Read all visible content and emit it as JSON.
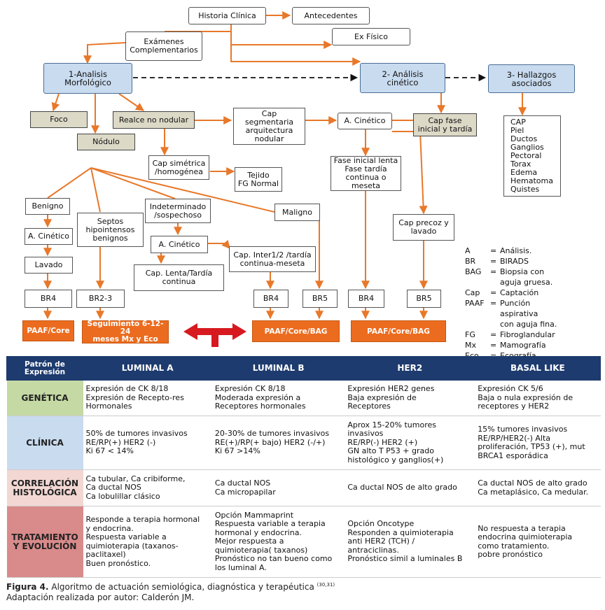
{
  "flow": {
    "historia": "Historia Clínica",
    "antecedentes": "Antecedentes",
    "examenes": "Exámenes\nComplementarios",
    "exfisico": "Ex  Físico",
    "morfologico": "1-Analisis\nMorfológico",
    "cinetico": "2- Análisis\ncinético",
    "hallazgos": "3- Hallazgos\nasociados",
    "foco": "Foco",
    "nodulo": "Nódulo",
    "realce": "Realce no nodular",
    "cap_segmentaria": "Cap\nsegmentaria\narquitectura\nnodular",
    "a_cinetico_top": "A. Cinético",
    "cap_fase": "Cap fase\ninicial y tardía",
    "hallazgos_list": "CAP\nPiel\nDuctos\nGanglios\nPectoral\nTorax\nEdema\nHematoma\nQuistes",
    "cap_simetrica": "Cap simétrica\n/homogénea",
    "tejido": "Tejido\nFG Normal",
    "fase_lenta": "Fase inicial lenta\nFase tardía\ncontinua o meseta",
    "benigno": "Benigno",
    "septos": "Septos\nhipointensos\nbenignos",
    "indeterminado": "Indeterminado\n/sospechoso",
    "maligno": "Maligno",
    "a_cinetico_left": "A. Cinético",
    "a_cinetico_mid": "A. Cinético",
    "lavado": "Lavado",
    "cap_lenta": "Cap. Lenta/Tardía\ncontinua",
    "cap_inter": "Cap. Inter1/2 /tardía\ncontinua-meseta",
    "cap_precoz": "Cap precoz y\nlavado",
    "br4_a": "BR4",
    "br23": "BR2-3",
    "br4_b": "BR4",
    "br5_a": "BR5",
    "br4_c": "BR4",
    "br5_b": "BR5",
    "paaf_core": "PAAF/Core",
    "seguimiento": "Seguimiento 6-12-24\nmeses Mx y Eco",
    "paaf_core_bag_1": "PAAF/Core/BAG",
    "paaf_core_bag_2": "PAAF/Core/BAG"
  },
  "legend": [
    {
      "k": "A",
      "v": "Análisis."
    },
    {
      "k": "BR",
      "v": "BIRADS"
    },
    {
      "k": "BAG",
      "v": "Biopsia con\naguja gruesa."
    },
    {
      "k": "Cap",
      "v": "Captación"
    },
    {
      "k": "PAAF",
      "v": "Punción aspirativa\ncon aguja fina."
    },
    {
      "k": "FG",
      "v": "Fibroglandular"
    },
    {
      "k": "Mx",
      "v": "Mamografía"
    },
    {
      "k": "Eco",
      "v": "Ecografía"
    }
  ],
  "table": {
    "header": [
      "Patrón de\nExpresión",
      "LUMINAL A",
      "LUMINAL B",
      "HER2",
      "BASAL LIKE"
    ],
    "rows": [
      {
        "label": "GENÉTICA",
        "cells": [
          "Expresión de CK 8/18\nExpresión de Recepto-res\nHormonales",
          "Expresión CK 8/18\nModerada expresión a\nReceptores hormonales",
          "Expresión HER2 genes\nBaja expresión de\nReceptores",
          "Expresión CK 5/6\nBaja o nula expresión de\nreceptores y HER2"
        ]
      },
      {
        "label": "CLÍNICA",
        "cells": [
          "50%  de tumores invasivos\nRE/RP(+) HER2 (-)\nKi 67 < 14%",
          "20-30% de tumores invasivos\nRE(+)/RP(+ bajo) HER2 (-/+)\nKi 67 >14%",
          "Aprox 15-20% tumores\ninvasivos\nRE/RP(-) HER2 (+)\nGN alto T P53 + grado\nhistológico y ganglios(+)",
          "15%  tumores invasivos\nRE/RP/HER2(-) Alta\nproliferación, TP53 (+), mut\nBRCA1 esporádica"
        ]
      },
      {
        "label": "CORRELACIÓN\nHISTOLÓGICA",
        "cells": [
          "Ca tubular, Ca cribiforme,\nCa ductal NOS\nCa lobulillar clásico",
          "Ca ductal NOS\nCa micropapilar",
          "Ca ductal NOS de alto grado",
          "Ca ductal NOS de alto grado\nCa metaplásico, Ca medular."
        ]
      },
      {
        "label": "TRATAMIENTO\nY EVOLUCIÓN",
        "cells": [
          "Responde a terapia hormonal\ny endocrina.\nRespuesta variable a\nquimioterapia (taxanos-\npaclitaxel)\nBuen pronóstico.",
          "Opción Mammaprint\nRespuesta variable a terapia\nhormonal y endocrina.\nMejor respuesta a\nquimioterapia( taxanos)\nPronóstico no tan bueno como\nlos luminal A.",
          "Opción Oncotype\nResponden a quimioterapia\nanti HER2 (TCH) /\nantraciclinas.\nPronóstico simil a luminales B",
          "No respuesta a terapia\nendocrina quimioterapia\ncomo tratamiento.\npobre pronóstico"
        ]
      }
    ]
  },
  "caption": {
    "label": "Figura 4.",
    "text": " Algoritmo de actuación semiológica, diagnóstica y terapéutica ",
    "refs": "(30,31)",
    "line2": "Adaptación realizada por autor: Calderón JM."
  },
  "colors": {
    "arrow": "#e8782a",
    "node_blue": "#c9dbef",
    "node_khaki": "#dcd9c7",
    "node_orange": "#ec6c1f",
    "header": "#1d3b6e",
    "big_arrow": "#d71920"
  }
}
